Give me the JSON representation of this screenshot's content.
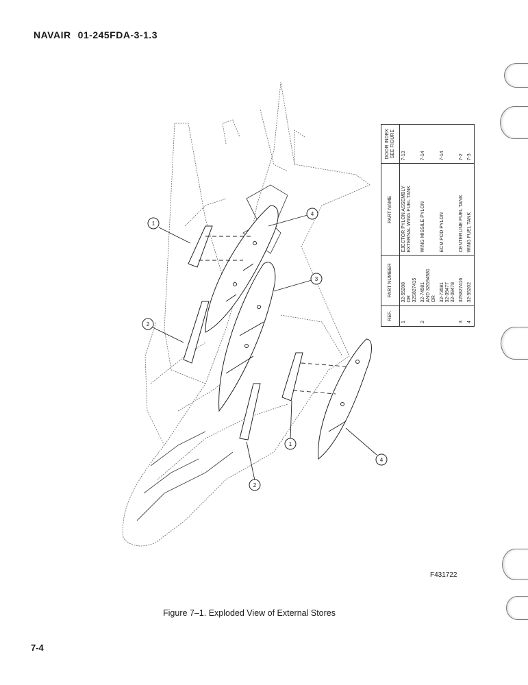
{
  "header": {
    "org": "NAVAIR",
    "doc_code": "01-245FDA-3-1.3"
  },
  "callouts": [
    "1",
    "2",
    "3",
    "4",
    "1",
    "2",
    "4"
  ],
  "parts_table": {
    "headers": {
      "ref": "REF.",
      "part_number": "PART NUMBER",
      "part_name": "PART NAME",
      "door_index": [
        "DOOR INDEX",
        "SEE FIGURE"
      ]
    },
    "rows": [
      {
        "ref": "1",
        "part_numbers": [
          "32-55208",
          "OR",
          "32S827415"
        ],
        "part_names": [
          "EJECTOR PYLON ASSEMBLY",
          "EXTERNAL WING FUEL TANK"
        ],
        "figures": [
          "7-13"
        ]
      },
      {
        "ref": "2",
        "part_numbers": [
          "32-74581",
          "AND 32G94581",
          "OR"
        ],
        "part_names": [
          "WING MISSILE PYLON"
        ],
        "figures": [
          "7-14"
        ]
      },
      {
        "ref": "",
        "part_numbers": [
          "32-73581",
          "32-09477",
          "32-09478"
        ],
        "part_names": [
          "ECM POD PYLON"
        ],
        "figures": [
          "7-14"
        ]
      },
      {
        "ref": "3",
        "part_numbers": [
          "32S827416"
        ],
        "part_names": [
          "CENTERLINE FUEL TANK"
        ],
        "figures": [
          "7-2"
        ]
      },
      {
        "ref": "4",
        "part_numbers": [
          "32-55202"
        ],
        "part_names": [
          "WING FUEL TANK"
        ],
        "figures": [
          "7-3"
        ]
      }
    ]
  },
  "figure_id": "F431722",
  "caption": "Figure 7–1. Exploded View of External Stores",
  "page_number": "7-4"
}
